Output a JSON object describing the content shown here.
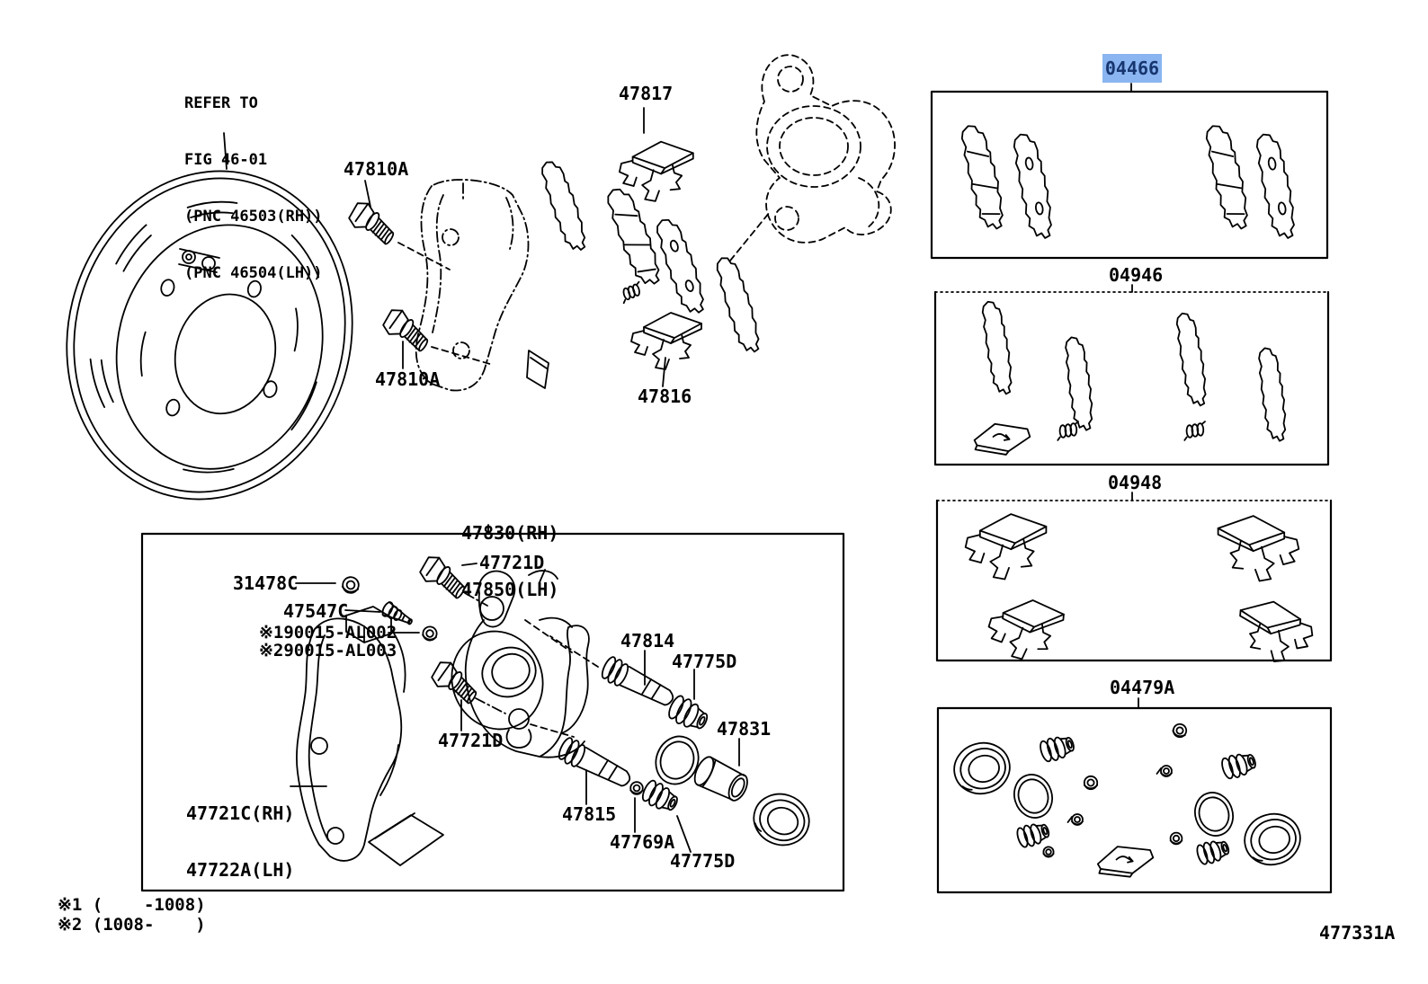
{
  "figure": {
    "code": "477331A",
    "highlight_bg": "#8ab5f1",
    "highlight_fg": "#17356e",
    "ink": "#000000",
    "selected_part": "04466"
  },
  "refer_note": {
    "lines": [
      "REFER TO",
      "FIG 46-01",
      "(PNC 46503(RH))",
      "(PNC 46504(LH))"
    ]
  },
  "footnotes": [
    "※1 (    -1008)",
    "※2 (1008-    )"
  ],
  "callouts": {
    "p47810a": "47810A",
    "p47817": "47817",
    "p47816": "47816",
    "p47830rh": "47830(RH)",
    "p47850lh": "47850(LH)",
    "p47721d": "47721D",
    "p31478c": "31478C",
    "p47547c": "47547C",
    "pal002": "※190015-AL002",
    "pal003": "※290015-AL003",
    "p47721crh": "47721C(RH)",
    "p47722alh": "47722A(LH)",
    "p47814": "47814",
    "p47775d": "47775D",
    "p47831": "47831",
    "p47815": "47815",
    "p47769a": "47769A",
    "k04466": "04466",
    "k04946": "04946",
    "k04948": "04948",
    "k04479a": "04479A"
  }
}
